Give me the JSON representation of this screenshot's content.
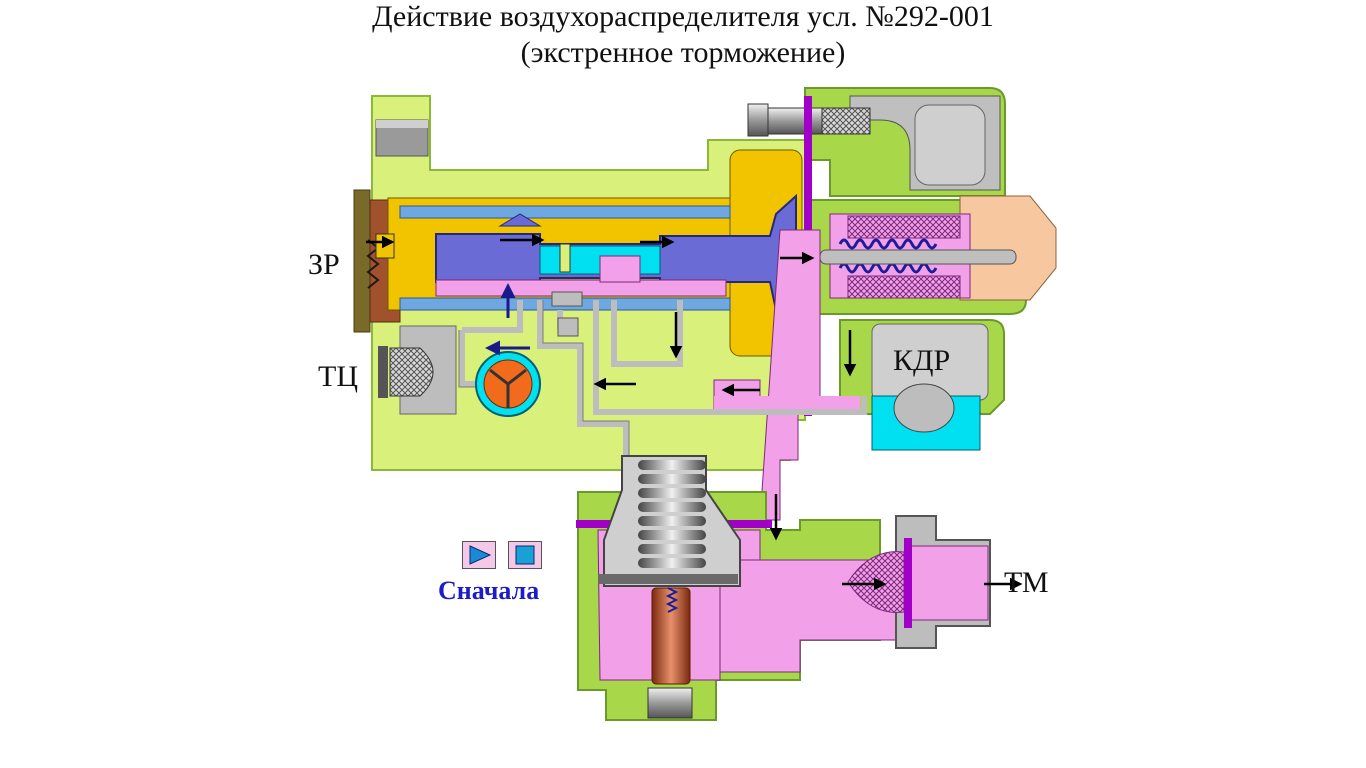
{
  "title": {
    "line1": "Действие воздухораспределителя усл. №292-001",
    "line2": "(экстренное торможение)"
  },
  "labels": {
    "zr": "ЗР",
    "tc": "ТЦ",
    "kdr": "КДР",
    "tm": "ТМ"
  },
  "controls": {
    "play_icon": "play-icon",
    "stop_icon": "stop-icon",
    "start_label": "Сначала"
  },
  "colors": {
    "body": "#d9f07a",
    "body_outline": "#8ab83b",
    "brake_line": "#f2a0e8",
    "main_reservoir": "#f2c400",
    "piston": "#6b6bd6",
    "cyan": "#00e0f0",
    "grey": "#c8c8c8",
    "orange": "#f26a1c",
    "peach": "#f7c8a0",
    "purple_seal": "#a000c8",
    "copper": "#c0502a",
    "start_text": "#1c1cc8"
  }
}
